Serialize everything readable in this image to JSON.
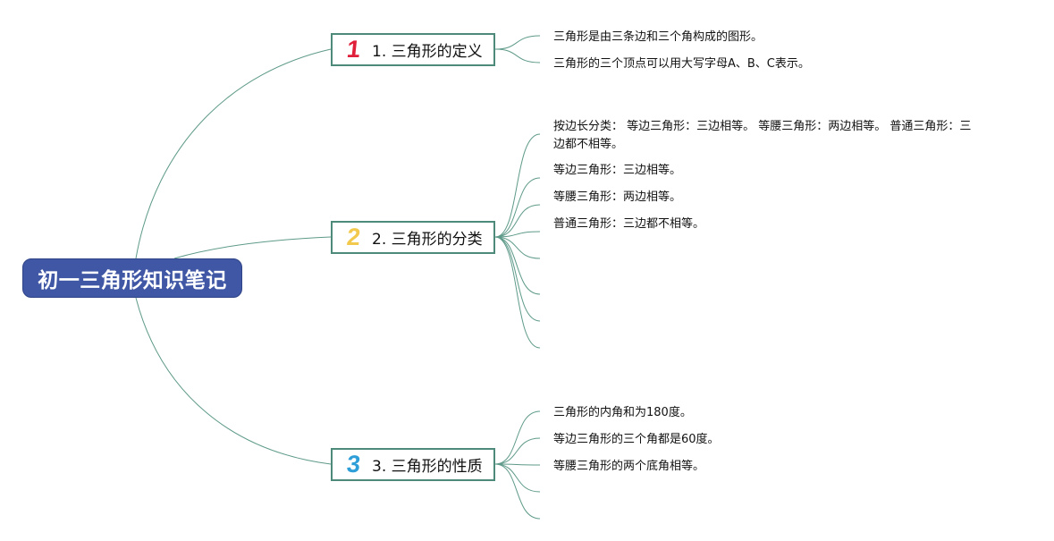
{
  "root": {
    "title": "初一三角形知识笔记"
  },
  "branches": [
    {
      "marker": "1",
      "marker_color": "#e0203a",
      "title": "1. 三角形的定义",
      "items": [
        "三角形是由三条边和三个角构成的图形。",
        "三角形的三个顶点可以用大写字母A、B、C表示。"
      ]
    },
    {
      "marker": "2",
      "marker_color": "#f2c94c",
      "title": "2. 三角形的分类",
      "items": [
        "按边长分类： 等边三角形：三边相等。 等腰三角形：两边相等。 普通三角形：三边都不相等。",
        "等边三角形：三边相等。",
        "等腰三角形：两边相等。",
        "普通三角形：三边都不相等。",
        "",
        "",
        "",
        ""
      ]
    },
    {
      "marker": "3",
      "marker_color": "#2e9ed8",
      "title": "3. 三角形的性质",
      "items": [
        "三角形的内角和为180度。",
        "等边三角形的三个角都是60度。",
        "等腰三角形的两个底角相等。",
        "",
        ""
      ]
    }
  ],
  "colors": {
    "root_fill": "#3f57a4",
    "topic_border": "#4d8a79",
    "connector": "#5e9a89"
  }
}
